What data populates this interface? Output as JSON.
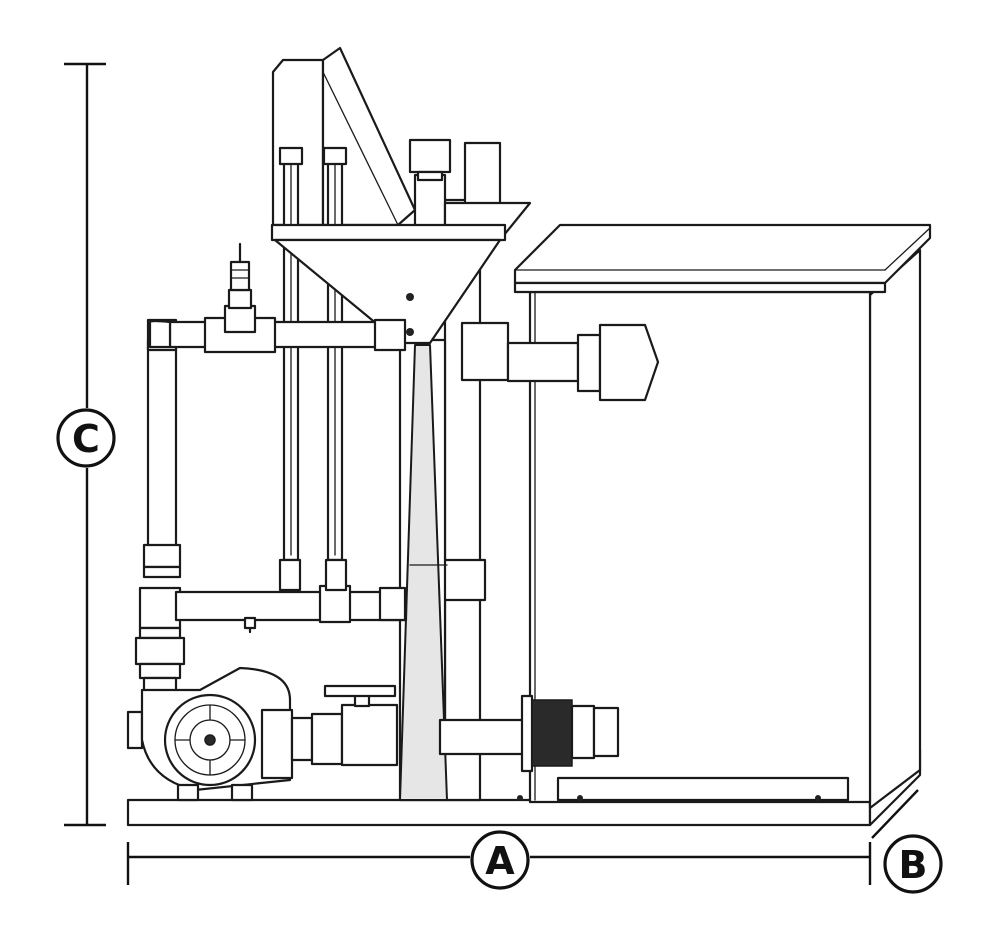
{
  "diagram": {
    "dimension_labels": {
      "width": "A",
      "depth": "B",
      "height": "C"
    }
  }
}
